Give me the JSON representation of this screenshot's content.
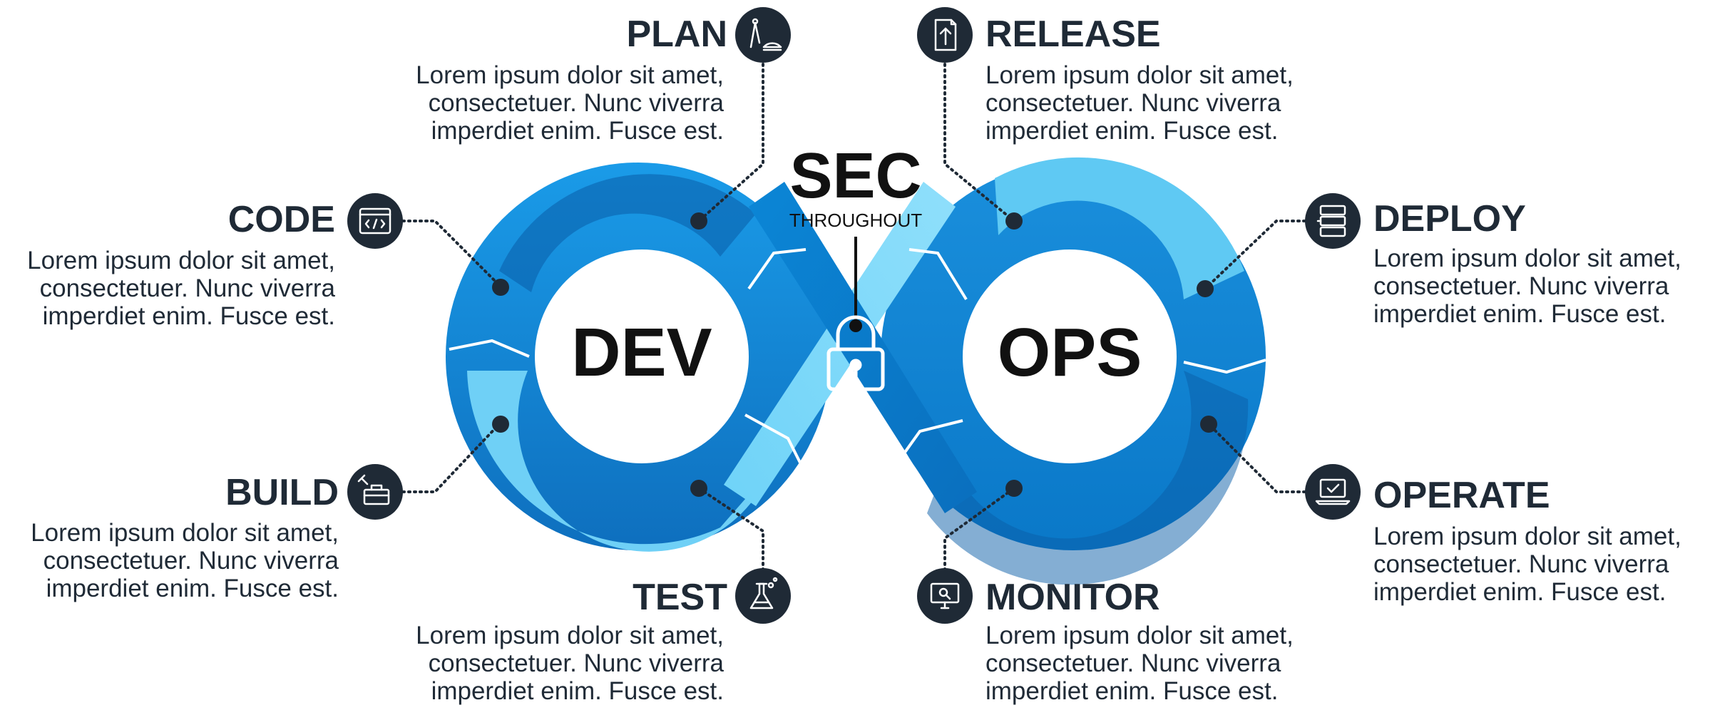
{
  "center": {
    "left_word": "DEV",
    "right_word": "OPS",
    "sec_title": "SEC",
    "sec_subtitle": "THROUGHOUT"
  },
  "colors": {
    "dark": "#1f2a36",
    "blue_deep": "#0a6fc2",
    "blue_mid": "#1a9be8",
    "blue_light": "#5ccdf7",
    "blue_pale": "#9ee3fb"
  },
  "stages": {
    "plan": {
      "title": "PLAN",
      "icon": "drafting-tools-icon",
      "text": [
        "Lorem ipsum dolor sit amet,",
        "consectetuer. Nunc viverra",
        "imperdiet enim. Fusce est."
      ]
    },
    "release": {
      "title": "RELEASE",
      "icon": "upload-document-icon",
      "text": [
        "Lorem ipsum dolor sit amet,",
        "consectetuer. Nunc viverra",
        "imperdiet enim. Fusce est."
      ]
    },
    "code": {
      "title": "CODE",
      "icon": "code-window-icon",
      "text": [
        "Lorem ipsum dolor sit amet,",
        "consectetuer. Nunc viverra",
        "imperdiet enim. Fusce est."
      ]
    },
    "deploy": {
      "title": "DEPLOY",
      "icon": "server-stack-icon",
      "text": [
        "Lorem ipsum dolor sit amet,",
        "consectetuer. Nunc viverra",
        "imperdiet enim. Fusce est."
      ]
    },
    "build": {
      "title": "BUILD",
      "icon": "toolbox-icon",
      "text": [
        "Lorem ipsum dolor sit amet,",
        "consectetuer. Nunc viverra",
        "imperdiet enim. Fusce est."
      ]
    },
    "operate": {
      "title": "OPERATE",
      "icon": "laptop-check-icon",
      "text": [
        "Lorem ipsum dolor sit amet,",
        "consectetuer. Nunc viverra",
        "imperdiet enim. Fusce est."
      ]
    },
    "test": {
      "title": "TEST",
      "icon": "flask-icon",
      "text": [
        "Lorem ipsum dolor sit amet,",
        "consectetuer. Nunc viverra",
        "imperdiet enim. Fusce est."
      ]
    },
    "monitor": {
      "title": "MONITOR",
      "icon": "monitor-search-icon",
      "text": [
        "Lorem ipsum dolor sit amet,",
        "consectetuer. Nunc viverra",
        "imperdiet enim. Fusce est."
      ]
    }
  }
}
